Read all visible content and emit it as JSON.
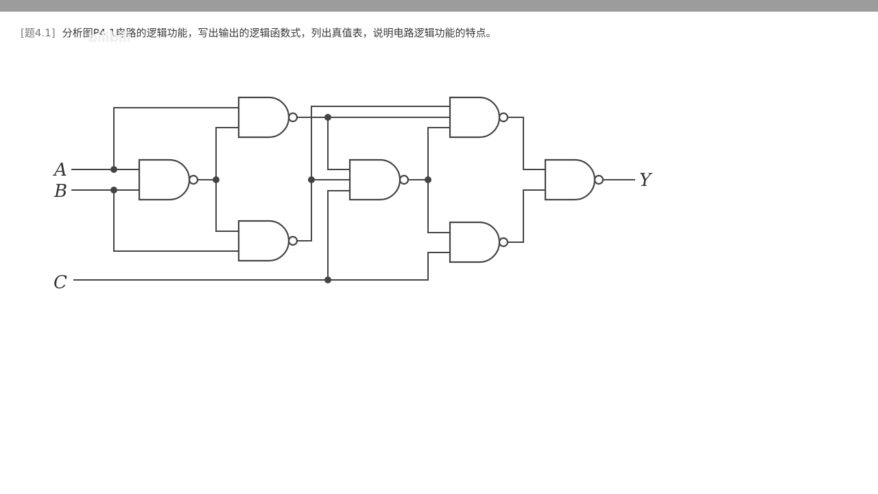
{
  "problem": {
    "tag": "[题4.1]",
    "text": "分析图P4.1电路的逻辑功能，写出输出的逻辑函数式，列出真值表，说明电路逻辑功能的特点。"
  },
  "watermark": "bilibili",
  "circuit": {
    "input_a": "A",
    "input_b": "B",
    "input_c": "C",
    "output_y": "Y"
  },
  "colors": {
    "topbar": "#9c9c9c",
    "line": "#444444"
  }
}
